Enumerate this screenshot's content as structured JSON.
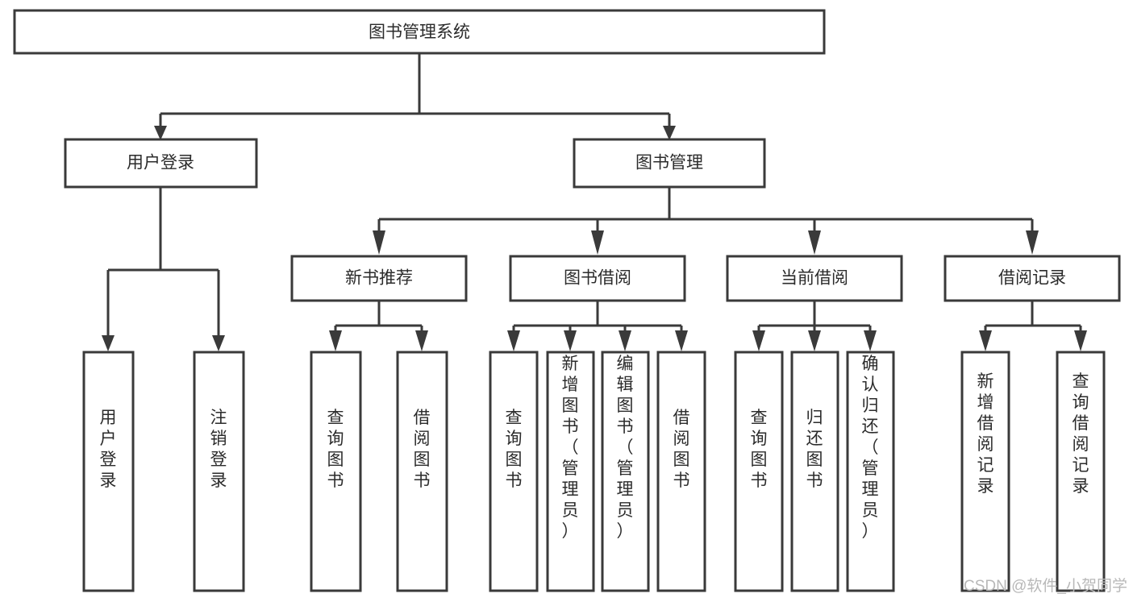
{
  "diagram": {
    "type": "hierarchy-tree",
    "title": "图书管理系统",
    "root": {
      "id": "root",
      "label": "图书管理系统",
      "orientation": "horizontal"
    },
    "level2": [
      {
        "id": "user-login",
        "label": "用户登录",
        "orientation": "horizontal"
      },
      {
        "id": "book-management",
        "label": "图书管理",
        "orientation": "horizontal"
      }
    ],
    "level3": [
      {
        "id": "new-book-recommend",
        "label": "新书推荐",
        "orientation": "horizontal",
        "parent": "book-management"
      },
      {
        "id": "book-borrow",
        "label": "图书借阅",
        "orientation": "horizontal",
        "parent": "book-management"
      },
      {
        "id": "current-borrow",
        "label": "当前借阅",
        "orientation": "horizontal",
        "parent": "book-management"
      },
      {
        "id": "borrow-record",
        "label": "借阅记录",
        "orientation": "horizontal",
        "parent": "book-management"
      }
    ],
    "leaves": [
      {
        "id": "leaf-user-login",
        "label": "用户登录",
        "orientation": "vertical",
        "parent": "user-login"
      },
      {
        "id": "leaf-logout",
        "label": "注销登录",
        "orientation": "vertical",
        "parent": "user-login"
      },
      {
        "id": "leaf-query-book-1",
        "label": "查询图书",
        "orientation": "vertical",
        "parent": "new-book-recommend"
      },
      {
        "id": "leaf-borrow-book-1",
        "label": "借阅图书",
        "orientation": "vertical",
        "parent": "new-book-recommend"
      },
      {
        "id": "leaf-query-book-2",
        "label": "查询图书",
        "orientation": "vertical",
        "parent": "book-borrow"
      },
      {
        "id": "leaf-add-book",
        "label": "新增图书（管理员）",
        "orientation": "vertical",
        "parent": "book-borrow"
      },
      {
        "id": "leaf-edit-book",
        "label": "编辑图书（管理员）",
        "orientation": "vertical",
        "parent": "book-borrow"
      },
      {
        "id": "leaf-borrow-book-2",
        "label": "借阅图书",
        "orientation": "vertical",
        "parent": "book-borrow"
      },
      {
        "id": "leaf-query-book-3",
        "label": "查询图书",
        "orientation": "vertical",
        "parent": "current-borrow"
      },
      {
        "id": "leaf-return-book",
        "label": "归还图书",
        "orientation": "vertical",
        "parent": "current-borrow"
      },
      {
        "id": "leaf-confirm-return",
        "label": "确认归还（管理员）",
        "orientation": "vertical",
        "parent": "current-borrow"
      },
      {
        "id": "leaf-add-record",
        "label": "新增借阅记录",
        "orientation": "vertical",
        "parent": "borrow-record"
      },
      {
        "id": "leaf-query-record",
        "label": "查询借阅记录",
        "orientation": "vertical",
        "parent": "borrow-record"
      }
    ],
    "colors": {
      "box_stroke": "#3a3a3a",
      "box_fill": "#ffffff",
      "text": "#2b2b2b",
      "watermark": "#b8b8b8",
      "background": "#ffffff"
    }
  },
  "watermark": {
    "label": "CSDN @软件_小贺同学"
  }
}
